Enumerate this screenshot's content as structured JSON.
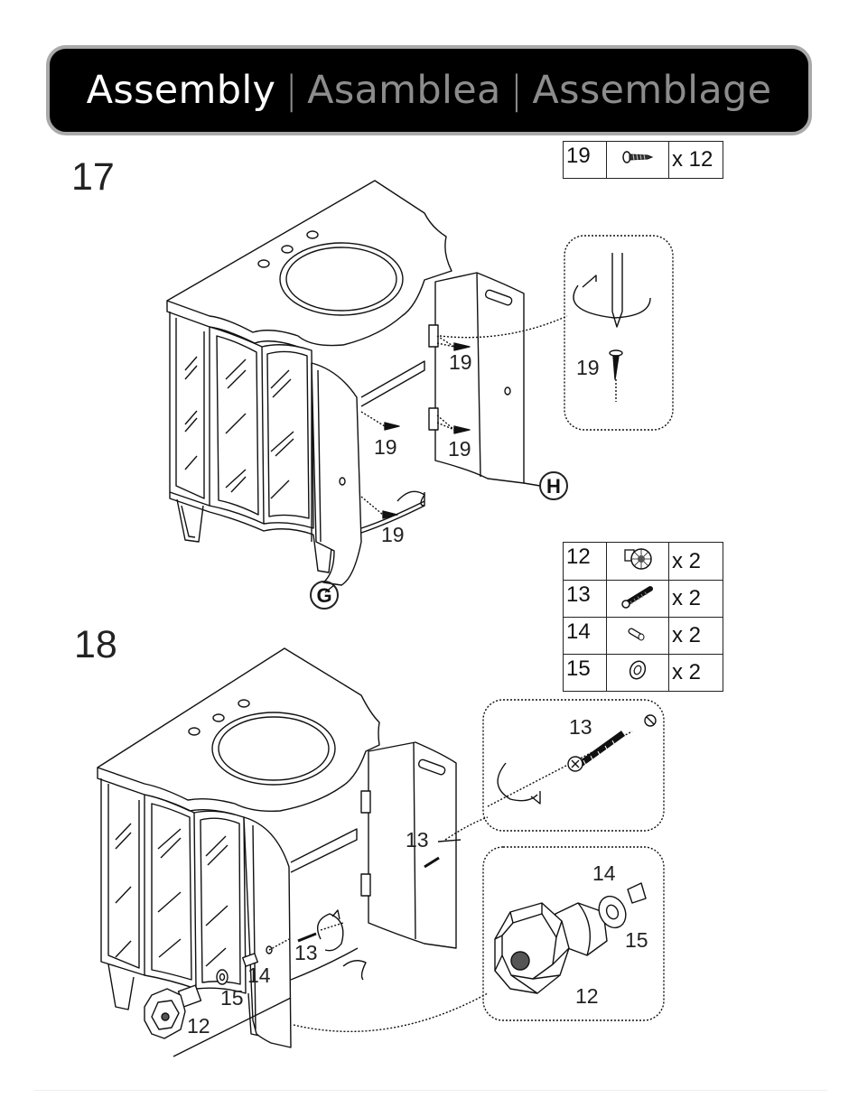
{
  "header": {
    "title_en": "Assembly",
    "separator": "|",
    "title_es": "Asamblea",
    "title_fr": "Assemblage"
  },
  "steps": {
    "step17": {
      "number": "17",
      "parts": [
        {
          "num": "19",
          "icon": "screw-icon",
          "qty": "x 12"
        }
      ],
      "callouts": {
        "screw_a": "19",
        "screw_b": "19",
        "screw_c": "19",
        "screw_d": "19",
        "screw_detail": "19",
        "door_left": "G",
        "door_right": "H"
      }
    },
    "step18": {
      "number": "18",
      "parts": [
        {
          "num": "12",
          "icon": "knob-icon",
          "qty": "x 2"
        },
        {
          "num": "13",
          "icon": "bolt-icon",
          "qty": "x 2"
        },
        {
          "num": "14",
          "icon": "spacer-icon",
          "qty": "x 2"
        },
        {
          "num": "15",
          "icon": "washer-icon",
          "qty": "x 2"
        }
      ],
      "callouts": {
        "bolt_door": "13",
        "bolt_inside": "13",
        "spacer": "14",
        "washer": "15",
        "knob": "12",
        "detail_bolt": "13",
        "detail_spacer": "14",
        "detail_washer": "15",
        "detail_knob": "12"
      }
    }
  }
}
